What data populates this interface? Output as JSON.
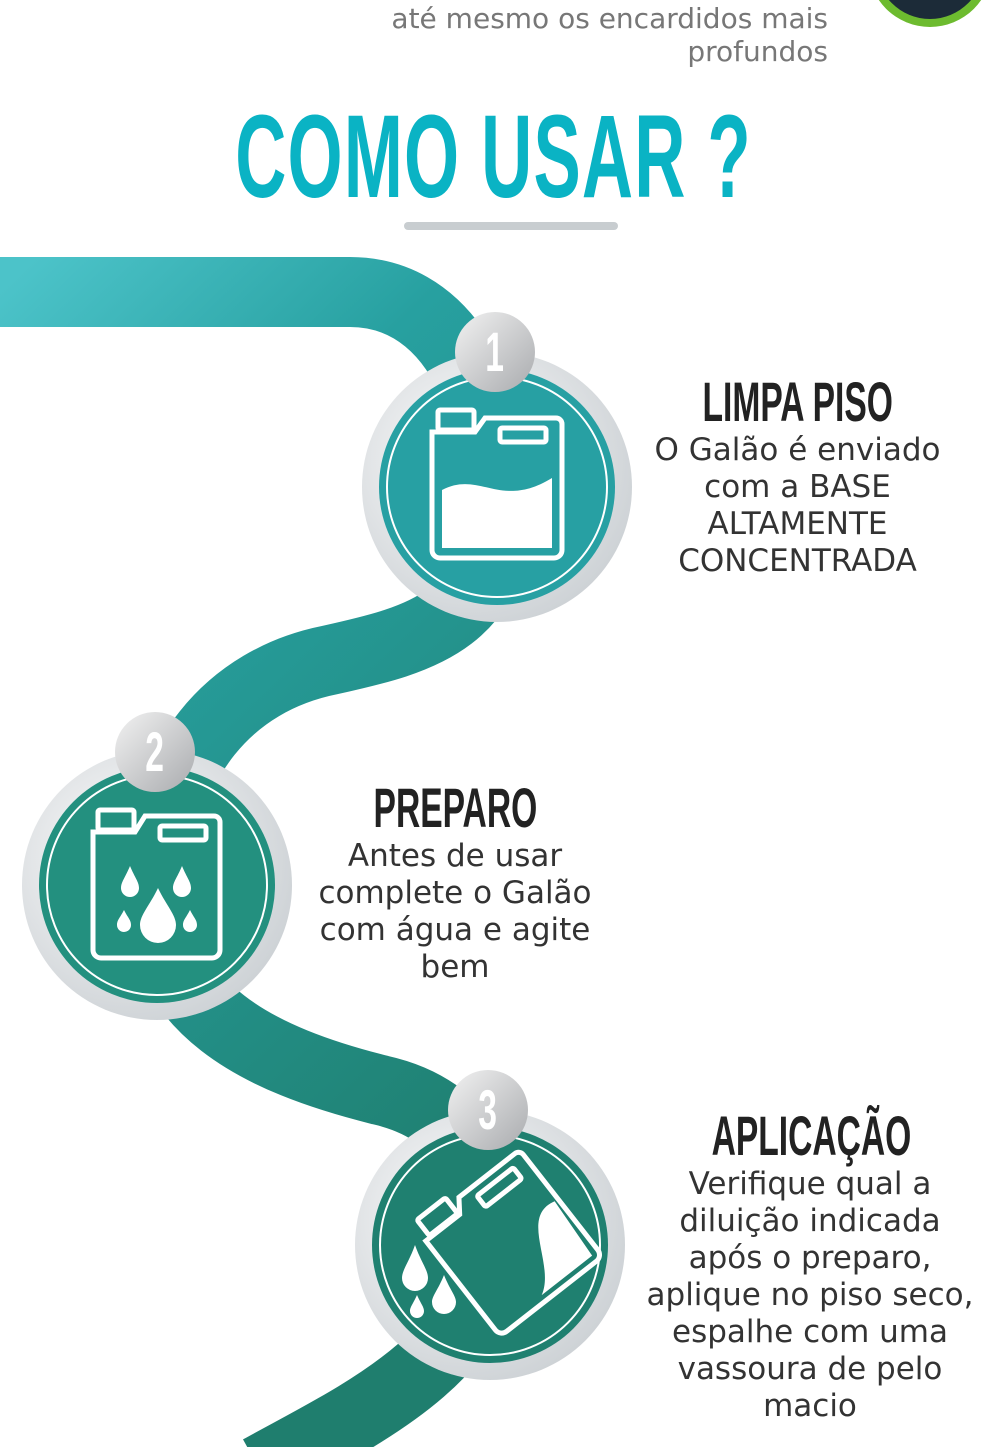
{
  "intro_text": "até mesmo os encardidos mais profundos",
  "title": "COMO USAR ?",
  "colors": {
    "title": "#0ab3c4",
    "path_start": "#4cc3c9",
    "path_end": "#1f7e6e",
    "circle": "#238c80"
  },
  "steps": [
    {
      "number": "1",
      "title": "LIMPA PISO",
      "text": "O Galão é enviado com a BASE ALTAMENTE CONCENTRADA",
      "icon": "jug-half-full-icon"
    },
    {
      "number": "2",
      "title": "PREPARO",
      "text": "Antes de usar complete o Galão com água e agite bem",
      "icon": "jug-water-drops-icon"
    },
    {
      "number": "3",
      "title": "APLICAÇÃO",
      "text": "Verifique qual a diluição indicada após o preparo, aplique no piso seco, espalhe com uma vassoura de pelo macio",
      "icon": "jug-pouring-icon"
    }
  ]
}
